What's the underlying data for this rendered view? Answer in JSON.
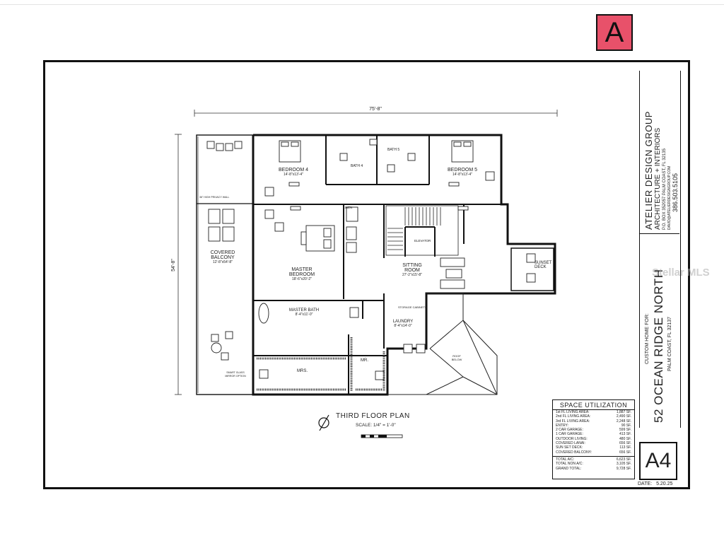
{
  "plan": {
    "overall_width": "75'-8\"",
    "overall_depth": "54'-8\"",
    "title": "THIRD FLOOR PLAN",
    "scale": "SCALE: 1/4\" = 1'-0\"",
    "privacy_wall": "36\" HIGH PRIVACY WALL",
    "smart_glass": "SMART GLASS MIRROR OPTION",
    "roof_below": "ROOF BELOW",
    "rooms": {
      "bedroom4": {
        "name": "BEDROOM 4",
        "dims": "14'-8\"x13'-4\""
      },
      "bedroom5": {
        "name": "BEDROOM 5",
        "dims": "14'-8\"x13'-4\""
      },
      "bath4": {
        "name": "BATH 4"
      },
      "bath5": {
        "name": "BATH 5"
      },
      "master_bedroom": {
        "name": "MASTER BEDROOM",
        "dims": "18'-6\"x20'-2\""
      },
      "sitting_room": {
        "name": "SITTING ROOM",
        "dims": "27'-2\"x15'-8\""
      },
      "covered_balcony": {
        "name": "COVERED BALCONY",
        "dims": "12'-8\"x54'-8\""
      },
      "master_bath": {
        "name": "MASTER BATH",
        "dims": "8'-4\"x11'-0\""
      },
      "laundry": {
        "name": "LAUNDRY",
        "dims": "8'-4\"x14'-0\""
      },
      "mrs": {
        "name": "MRS."
      },
      "mr": {
        "name": "MR."
      },
      "sunset_deck": {
        "name": "SUNSET DECK"
      },
      "elevator": {
        "name": "ELEVATOR"
      },
      "linen": {
        "name": "LINEN"
      },
      "storage": {
        "name": "STORAGE CABINETS"
      }
    }
  },
  "title_block": {
    "firm_name": "ATELIER DESIGN GROUP",
    "firm_sub": "ARCHITECTURE + INTERIORS",
    "firm_address": "P.O. BOX 352057 PALM COAST, FL 32135",
    "firm_email": "DAVID@ATELIERDESIGNGROUP.COM",
    "firm_phone": "386.503.5105",
    "custom_home_for": "CUSTOM HOME FOR:",
    "project_name": "52 OCEAN RIDGE NORTH",
    "project_city": "PALM COAST, FL 32137",
    "sheet_number": "A4",
    "date_label": "DATE:",
    "date_value": "5.20.25",
    "logo_letter": "A"
  },
  "space_utilization": {
    "heading": "SPACE UTILIZATION",
    "rows": [
      {
        "label": "1st FL LIVING AREA:",
        "value": "1,887 SF."
      },
      {
        "label": "2nd FL LIVING AREA:",
        "value": "2,490 SF."
      },
      {
        "label": "3rd FL LIVING AREA:",
        "value": "2,248 SF."
      },
      {
        "label": "ENTRY:",
        "value": "90 SF."
      },
      {
        "label": "2 CAR GARAGE:",
        "value": "599 SF."
      },
      {
        "label": "1 CAR GARAGE:",
        "value": "413 SF."
      },
      {
        "label": "OUTDOOR LIVING:",
        "value": "480 SF."
      },
      {
        "label": "COVERED LANAI:",
        "value": "656 SF."
      },
      {
        "label": "SUN SET DECK:",
        "value": "113 SF."
      },
      {
        "label": "COVERED BALCONY:",
        "value": "656 SF."
      }
    ],
    "totals": [
      {
        "label": "TOTAL A/C:",
        "value": "6,623 SF."
      },
      {
        "label": "TOTAL NON A/C:",
        "value": "3,105 SF."
      },
      {
        "label": "GRAND TOTAL:",
        "value": "9,728 SF."
      }
    ]
  },
  "watermark": "Stellar MLS"
}
